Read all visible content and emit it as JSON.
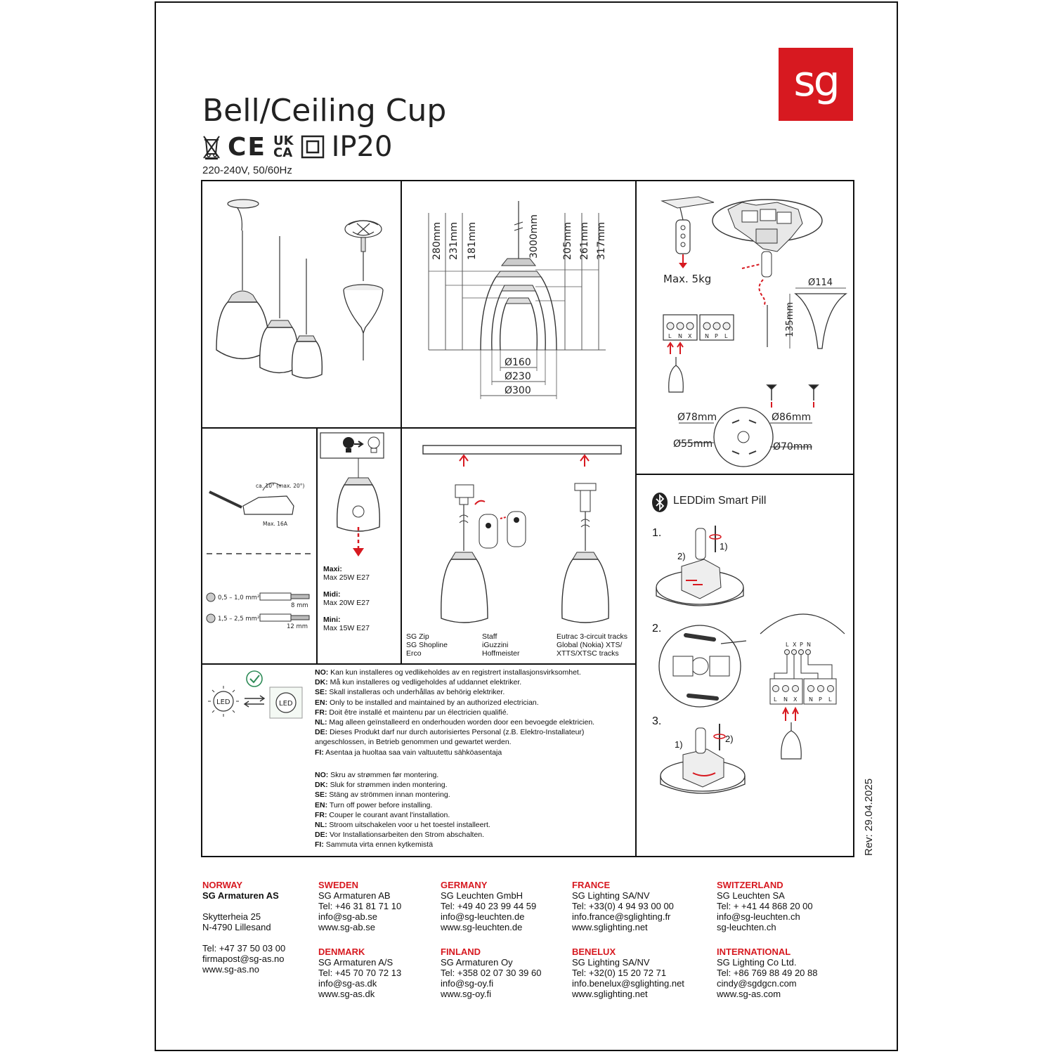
{
  "brand": {
    "logo_text": "sg",
    "logo_color": "#d71920"
  },
  "product": {
    "title": "Bell/Ceiling Cup",
    "ip_rating": "IP20",
    "voltage": "220-240V, 50/60Hz",
    "marks": [
      "weee-icon",
      "ce-icon",
      "ukca-icon",
      "class-ii-icon"
    ],
    "ukca_top": "UK",
    "ukca_bottom": "CA",
    "ce_text": "CE"
  },
  "dimensions": {
    "cable": "3000mm",
    "heights_left": [
      "280mm",
      "231mm",
      "181mm"
    ],
    "heights_right": [
      "205mm",
      "261mm",
      "317mm"
    ],
    "diameters": [
      "Ø160",
      "Ø230",
      "Ø300"
    ]
  },
  "ceiling": {
    "max_load": "Max. 5kg",
    "cup_diameter": "Ø114",
    "cup_height": "135mm",
    "terminal_left": [
      "L",
      "N",
      "X"
    ],
    "terminal_right": [
      "N",
      "P",
      "L"
    ],
    "holes": [
      "Ø78mm",
      "Ø86mm",
      "Ø55mm",
      "Ø70mm"
    ]
  },
  "wiring": {
    "angle": "ca. 10° (max. 20°)",
    "max_current": "Max. 16A",
    "wire1_section": "0,5 – 1,0 mm²",
    "wire1_strip": "8 mm",
    "wire2_section": "1,5 – 2,5 mm²",
    "wire2_strip": "12 mm"
  },
  "bulbs": [
    {
      "size": "Maxi:",
      "spec": "Max 25W E27"
    },
    {
      "size": "Midi:",
      "spec": "Max 20W E27"
    },
    {
      "size": "Mini:",
      "spec": "Max 15W E27"
    }
  ],
  "tracks": {
    "col1": [
      "SG Zip",
      "SG Shopline",
      "Erco"
    ],
    "col2": [
      "Staff",
      "iGuzzini",
      "Hoffmeister"
    ],
    "col3": [
      "Eutrac 3-circuit tracks",
      "Global (Nokia) XTS/",
      "XTTS/XTSC tracks"
    ]
  },
  "smart": {
    "title": "LEDDim Smart Pill",
    "steps": [
      "1.",
      "2.",
      "3."
    ],
    "sub1": "1)",
    "sub2": "2)",
    "header_letters": [
      "L",
      "X",
      "P",
      "N"
    ]
  },
  "led": {
    "label": "LED"
  },
  "installer_notice": [
    {
      "lang": "NO:",
      "text": " Kan kun installeres og vedlikeholdes av en registrert installasjonsvirksomhet."
    },
    {
      "lang": "DK:",
      "text": " Må kun installeres og vedligeholdes af uddannet elektriker."
    },
    {
      "lang": "SE:",
      "text": " Skall installeras och underhållas av behörig elektriker."
    },
    {
      "lang": "EN:",
      "text": " Only to be installed and maintained by an authorized electrician."
    },
    {
      "lang": "FR:",
      "text": " Doit être installé et maintenu par un électricien qualifié."
    },
    {
      "lang": "NL:",
      "text": " Mag alleen geïnstalleerd en onderhouden worden door een bevoegde elektricien."
    },
    {
      "lang": "DE:",
      "text": " Dieses Produkt darf nur durch autorisiertes Personal (z.B. Elektro-Installateur) angeschlossen, in Betrieb genommen und gewartet werden."
    },
    {
      "lang": "FI:",
      "text": " Asentaa ja huoltaa saa vain valtuutettu sähköasentaja"
    }
  ],
  "power_notice": [
    {
      "lang": "NO:",
      "text": " Skru av strømmen før montering."
    },
    {
      "lang": "DK:",
      "text": " Sluk for strømmen inden montering."
    },
    {
      "lang": "SE:",
      "text": " Stäng av strömmen innan montering."
    },
    {
      "lang": "EN:",
      "text": " Turn off power before installing."
    },
    {
      "lang": "FR:",
      "text": " Couper le courant avant l'installation."
    },
    {
      "lang": "NL:",
      "text": " Stroom uitschakelen voor u het toestel installeert."
    },
    {
      "lang": "DE:",
      "text": " Vor Installationsarbeiten den Strom abschalten."
    },
    {
      "lang": "FI:",
      "text": " Sammuta virta ennen kytkemistä"
    }
  ],
  "revision": "Rev: 29.04.2025",
  "contacts": {
    "norway": {
      "country": "NORWAY",
      "company": "SG Armaturen AS",
      "addr1": "Skytterheia 25",
      "addr2": "N-4790 Lillesand",
      "tel": "Tel: +47 37 50 03 00",
      "email": "firmapost@sg-as.no",
      "web": "www.sg-as.no"
    },
    "sweden": {
      "country": "SWEDEN",
      "company": "SG Armaturen AB",
      "tel": "Tel: +46 31 81 71 10",
      "email": "info@sg-ab.se",
      "web": "www.sg-ab.se"
    },
    "denmark": {
      "country": "DENMARK",
      "company": "SG Armaturen A/S",
      "tel": "Tel: +45 70 70 72 13",
      "email": "info@sg-as.dk",
      "web": "www.sg-as.dk"
    },
    "germany": {
      "country": "GERMANY",
      "company": "SG Leuchten GmbH",
      "tel": "Tel: +49 40 23 99 44 59",
      "email": "info@sg-leuchten.de",
      "web": "www.sg-leuchten.de"
    },
    "finland": {
      "country": "FINLAND",
      "company": "SG Armaturen Oy",
      "tel": "Tel: +358 02 07 30 39 60",
      "email": "info@sg-oy.fi",
      "web": "www.sg-oy.fi"
    },
    "france": {
      "country": "FRANCE",
      "company": "SG Lighting SA/NV",
      "tel": "Tel: +33(0) 4 94 93 00 00",
      "email": "info.france@sglighting.fr",
      "web": "www.sglighting.net"
    },
    "benelux": {
      "country": "BENELUX",
      "company": "SG Lighting SA/NV",
      "tel": "Tel: +32(0) 15 20 72 71",
      "email": "info.benelux@sglighting.net",
      "web": "www.sglighting.net"
    },
    "switzerland": {
      "country": "SWITZERLAND",
      "company": "SG Leuchten SA",
      "tel": "Tel: + +41 44 868 20 00",
      "email": "info@sg-leuchten.ch",
      "web": "sg-leuchten.ch"
    },
    "international": {
      "country": "INTERNATIONAL",
      "company": "SG Lighting Co Ltd.",
      "tel": "Tel: +86 769 88 49 20 88",
      "email": "cindy@sgdgcn.com",
      "web": "www.sg-as.com"
    }
  }
}
